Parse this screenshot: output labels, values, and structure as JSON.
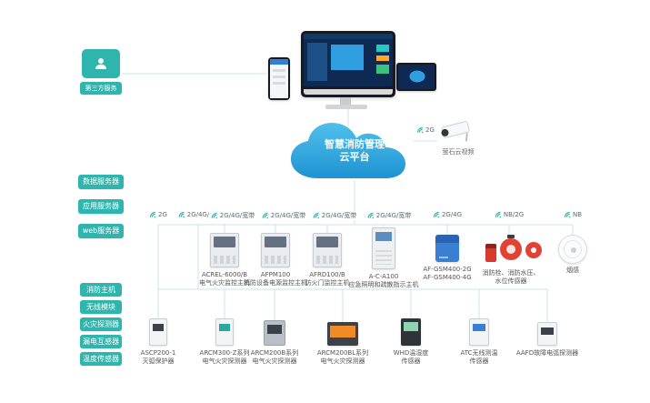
{
  "third_party_label": "第三方服务",
  "cloud": {
    "l1": "智慧消防管理",
    "l2": "云平台"
  },
  "camera": {
    "conn": "2G",
    "label": "萤石云视频"
  },
  "server_badges": [
    "数据服务器",
    "应用服务器",
    "web服务器"
  ],
  "device_badges": [
    "消防主机",
    "无线模块",
    "火灾探测器",
    "漏电互感器",
    "温度传感器"
  ],
  "connections": [
    "2G",
    "2G/4G/NB",
    "2G/4G/宽带",
    "2G/4G/宽带",
    "2G/4G/宽带",
    "2G/4G/宽带",
    "2G/4G",
    "NB/2G",
    "NB"
  ],
  "row1": [
    {
      "l1": "ACREL-6000/B",
      "l2": "电气火灾监控主机"
    },
    {
      "l1": "AFPM100",
      "l2": "消防设备电源监控主机"
    },
    {
      "l1": "AFRD100/B",
      "l2": "防火门监控主机"
    },
    {
      "l1": "A-C-A100",
      "l2": "应急照明和疏散指示主机"
    },
    {
      "l1": "AF-GSM400-2G",
      "l2": "AF-GSM400-4G"
    },
    {
      "l1": "消防栓、消防水压、",
      "l2": "水位传感器"
    },
    {
      "l1": "烟感",
      "l2": ""
    }
  ],
  "row2": [
    {
      "l1": "ASCP200-1",
      "l2": "灭弧保护器"
    },
    {
      "l1": "ARCM300-Z系列",
      "l2": "电气火灾探测器"
    },
    {
      "l1": "ARCM200B系列",
      "l2": "电气火灾探测器"
    },
    {
      "l1": "ARCM200BL系列",
      "l2": "电气火灾探测器"
    },
    {
      "l1": "WHD温湿度",
      "l2": "传感器"
    },
    {
      "l1": "ATC无线测温",
      "l2": "传感器"
    },
    {
      "l1": "AAFD故障电弧探测器",
      "l2": ""
    }
  ],
  "colors": {
    "teal": "#2fb5ae",
    "cloud_blue": "#2aa3dd",
    "line": "#c8e6e3",
    "red": "#e04234",
    "text": "#555555"
  }
}
